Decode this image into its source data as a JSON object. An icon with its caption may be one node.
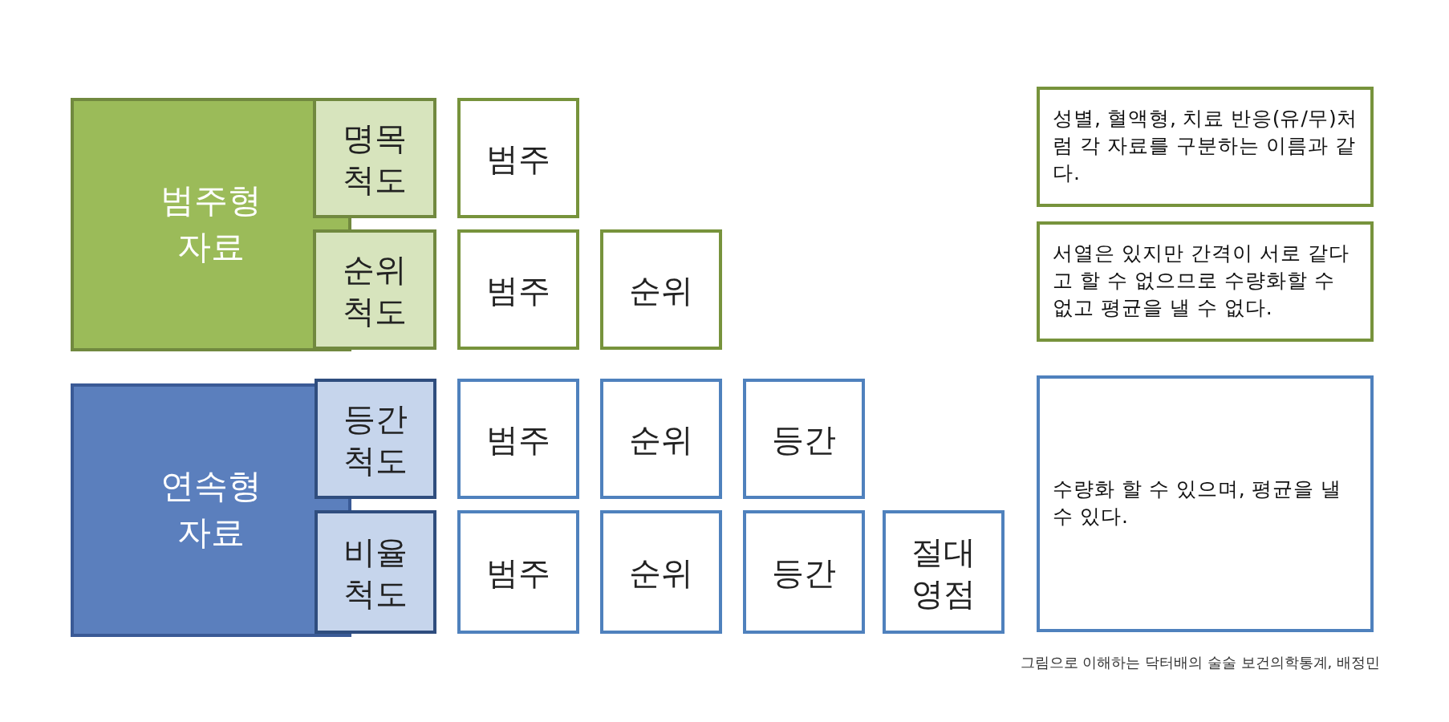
{
  "diagram": {
    "caption": "그림으로 이해하는 닥터배의 술술 보건의학통계, 배정민",
    "nodes": [
      {
        "text": [
          "범주형 자료"
        ]
      },
      {
        "text": [
          "명목 척도"
        ]
      },
      {
        "text": [
          "범주"
        ]
      },
      {
        "text": [
          "순위 척도"
        ]
      },
      {
        "text": [
          "범주"
        ]
      },
      {
        "text": [
          "순위"
        ]
      },
      {
        "text": [
          "연속형 자료"
        ]
      },
      {
        "text": [
          "등간 척도"
        ]
      },
      {
        "text": [
          "범주"
        ]
      },
      {
        "text": [
          "순위"
        ]
      },
      {
        "text": [
          "등간"
        ]
      },
      {
        "text": [
          "비율 척도"
        ]
      },
      {
        "text": [
          "범주"
        ]
      },
      {
        "text": [
          "순위"
        ]
      },
      {
        "text": [
          "등간"
        ]
      },
      {
        "text": [
          "절대 영점"
        ]
      },
      {
        "text": [
          "성별, 혈액형, 치료 반응(유/무)처럼 각 자료를 구분하는 이름과 같다."
        ]
      },
      {
        "text": [
          "서열은 있지만 간격이 서로 같다고 할 수 없으므로 수량화할 수 없고 평균을 낼 수 없다."
        ]
      },
      {
        "text": [
          "수량화 할 수 있으며, 평균을 낼 수 있다."
        ]
      }
    ]
  }
}
